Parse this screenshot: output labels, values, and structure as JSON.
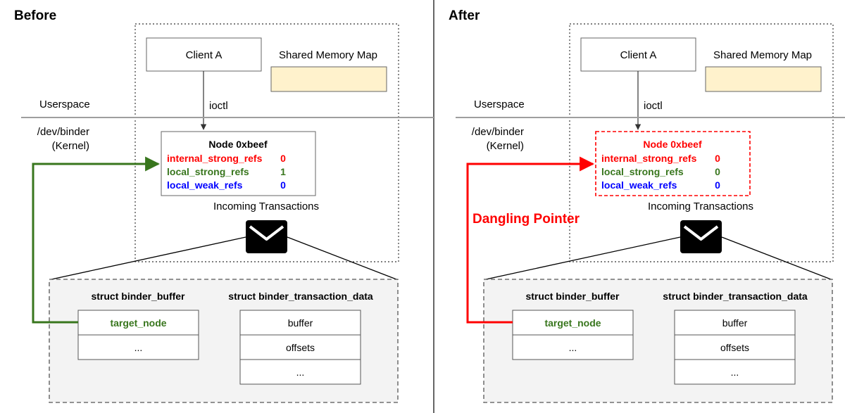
{
  "panels": [
    {
      "id": "before",
      "heading": "Before",
      "client": "Client A",
      "shared_memory_map": "Shared Memory Map",
      "userspace": "Userspace",
      "ioctl": "ioctl",
      "kernel_line1": "/dev/binder",
      "kernel_line2": "(Kernel)",
      "node": {
        "title": "Node 0xbeef",
        "fields": [
          {
            "name": "internal_strong_refs",
            "value": "0",
            "color": "#ff0000"
          },
          {
            "name": "local_strong_refs",
            "value": "1",
            "color": "#38761d"
          },
          {
            "name": "local_weak_refs",
            "value": "0",
            "color": "#0000ff"
          }
        ]
      },
      "incoming": "Incoming Transactions",
      "buffer_title": "struct binder_buffer",
      "buffer_rows": [
        "target_node",
        "..."
      ],
      "tdata_title": "struct binder_transaction_data",
      "tdata_rows": [
        "buffer",
        "offsets",
        "..."
      ],
      "pointer_label": ""
    },
    {
      "id": "after",
      "heading": "After",
      "client": "Client A",
      "shared_memory_map": "Shared Memory Map",
      "userspace": "Userspace",
      "ioctl": "ioctl",
      "kernel_line1": "/dev/binder",
      "kernel_line2": "(Kernel)",
      "node": {
        "title": "Node 0xbeef",
        "fields": [
          {
            "name": "internal_strong_refs",
            "value": "0",
            "color": "#ff0000"
          },
          {
            "name": "local_strong_refs",
            "value": "0",
            "color": "#38761d"
          },
          {
            "name": "local_weak_refs",
            "value": "0",
            "color": "#0000ff"
          }
        ]
      },
      "incoming": "Incoming Transactions",
      "buffer_title": "struct binder_buffer",
      "buffer_rows": [
        "target_node",
        "..."
      ],
      "tdata_title": "struct binder_transaction_data",
      "tdata_rows": [
        "buffer",
        "offsets",
        "..."
      ],
      "pointer_label": "Dangling Pointer"
    }
  ],
  "colors": {
    "before_pointer": "#38761d",
    "after_pointer": "#ff0000",
    "after_node_border": "#ff0000",
    "after_node_title": "#ff0000",
    "shared_mem_fill": "#fff2cc",
    "struct_area_fill": "#f3f3f3",
    "target_node_text": "#38761d"
  }
}
